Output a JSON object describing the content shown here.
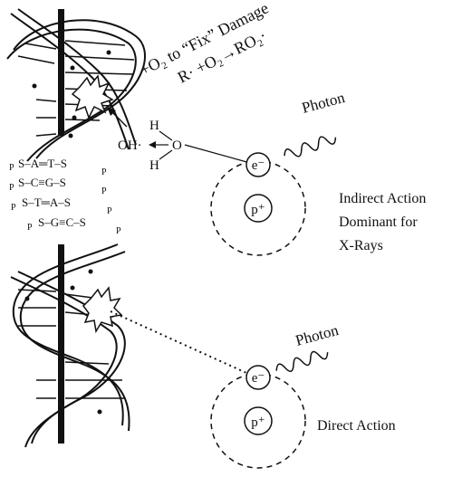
{
  "header": {
    "line1": "+O₂ to “Fix” Damage",
    "line2": "R· +O₂→RO₂·"
  },
  "upper_atom": {
    "photon": "Photon",
    "electron": "e⁻",
    "nucleus": "p⁺",
    "water_h_top": "H",
    "water_h_bottom": "H",
    "water_o": "O",
    "radical": "OH·"
  },
  "lower_atom": {
    "photon": "Photon",
    "electron": "e⁻",
    "nucleus": "p⁺"
  },
  "base_pairs": [
    "S–A═T–S",
    "S–C≡G–S",
    "S–T═A–S",
    "S–G≡C–S"
  ],
  "phosphate": "P",
  "labels": {
    "indirect_1": "Indirect Action",
    "indirect_2": "Dominant for",
    "indirect_3": "X-Rays",
    "direct": "Direct Action"
  }
}
